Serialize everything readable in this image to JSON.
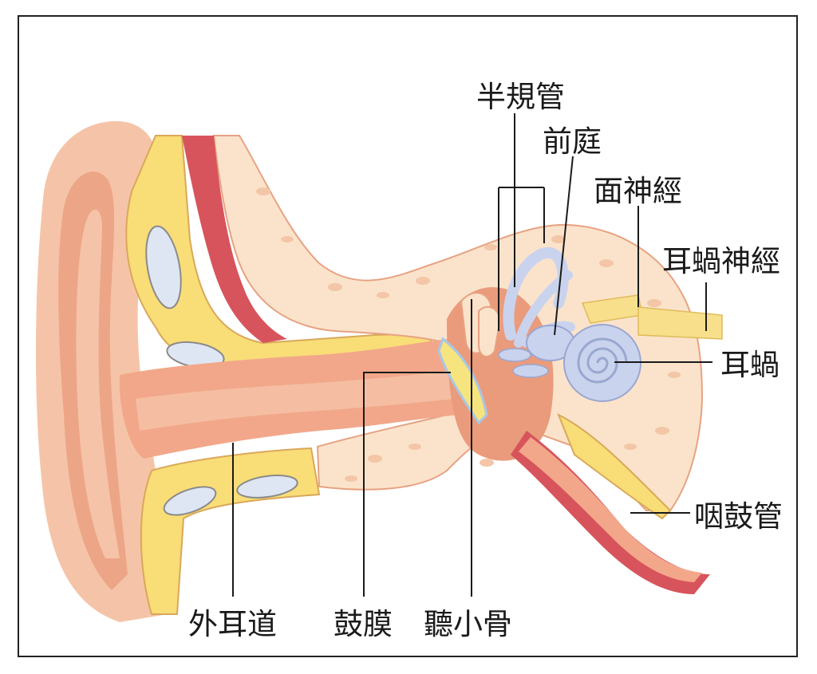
{
  "diagram": {
    "labels": {
      "semicircular_canals": "半規管",
      "vestibule": "前庭",
      "facial_nerve": "面神經",
      "cochlear_nerve": "耳蝸神經",
      "cochlea": "耳蝸",
      "eustachian_tube": "咽鼓管",
      "ear_canal": "外耳道",
      "eardrum": "鼓膜",
      "ossicles": "聽小骨"
    }
  },
  "colors": {
    "skin": "#f5c4a8",
    "skin_dark": "#ea9b7c",
    "bone": "#fbe3cb",
    "bone_spots": "#f2c6a6",
    "cartilage_yellow": "#f9dd77",
    "canal_pink": "#f2a78a",
    "muscle_red": "#d7545c",
    "inner_ear_blue": "#c9d3ee",
    "nerve_yellow": "#f7df8c",
    "eardrum_yellow": "#f6e47f"
  }
}
